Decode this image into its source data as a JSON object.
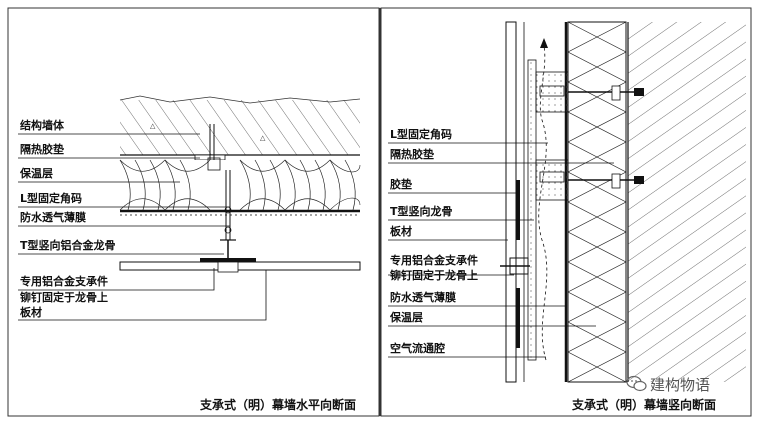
{
  "horizontal_section": {
    "labels": {
      "structure_wall": "结构墙体",
      "insulation_pad": "隔热胶垫",
      "insulation_layer": "保温层",
      "l_bracket": "L型固定角码",
      "membrane": "防水透气薄膜",
      "t_keel": "T型竖向铝合金龙骨",
      "support_part_1": "专用铝合金支承件",
      "support_part_2": "铆钉固定于龙骨上",
      "panel": "板材"
    },
    "caption": "支承式（明）幕墙水平向断面"
  },
  "vertical_section": {
    "labels": {
      "l_bracket": "L型固定角码",
      "insulation_pad": "隔热胶垫",
      "rubber_pad": "胶垫",
      "t_keel": "T型竖向龙骨",
      "panel": "板材",
      "support_part_1": "专用铝合金支承件",
      "support_part_2": "铆钉固定于龙骨上",
      "membrane": "防水透气薄膜",
      "insulation_layer": "保温层",
      "air_cavity": "空气流通腔"
    },
    "caption": "支承式（明）幕墙竖向断面"
  },
  "watermark": {
    "text": "建构物语",
    "icon": "wechat-icon"
  }
}
